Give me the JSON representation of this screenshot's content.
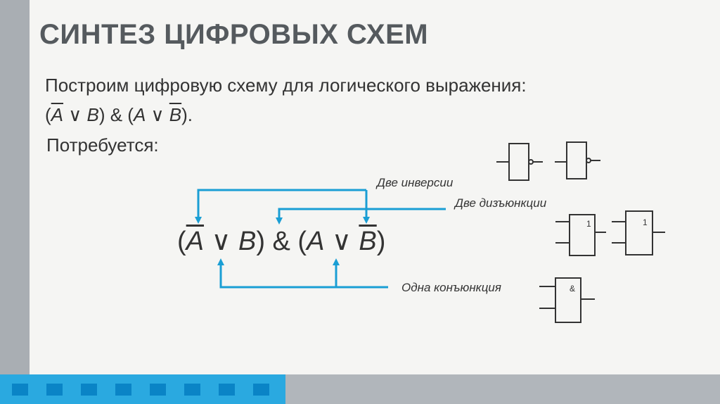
{
  "title": "СИНТЕЗ ЦИФРОВЫХ СХЕМ",
  "intro": "Построим цифровую схему для логического выражения:",
  "expression": {
    "open": "(",
    "a": "A",
    "or": " ∨ ",
    "b": "B",
    "mid": ") & (",
    "close": ")."
  },
  "big_expression": {
    "open": "(",
    "a": "A",
    "or": " ∨ ",
    "b": "B",
    "mid": ") & (",
    "close": ")"
  },
  "required": "Потребуется:",
  "labels": {
    "inversions": "Две инверсии",
    "disjunctions": "Две дизъюнкции",
    "conjunction": "Одна конъюнкция"
  },
  "gate_symbols": {
    "or": "1",
    "and": "&"
  },
  "colors": {
    "accent": "#1a9ed4",
    "gate": "#333333",
    "title": "#555a5e"
  }
}
